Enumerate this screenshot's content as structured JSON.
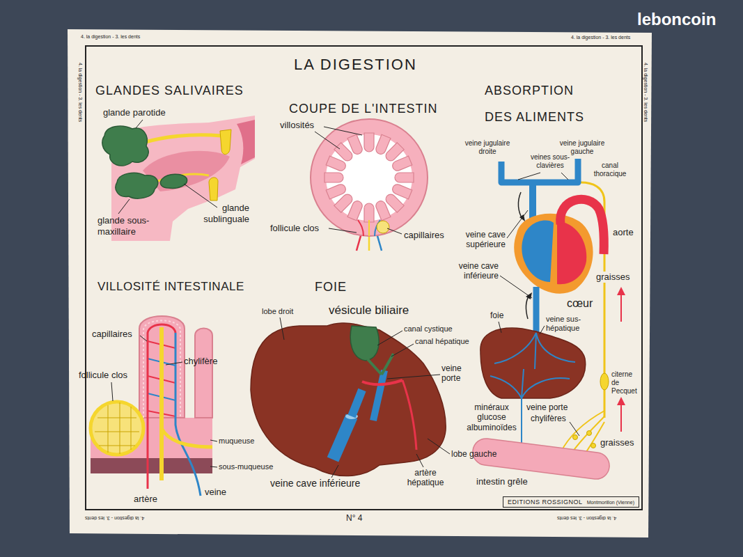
{
  "diagram": {
    "title": "LA DIGESTION",
    "nodes": [
      {
        "text": [
          "EDITIONS ROSSIGNOL",
          "Montmorillon (Vienne)"
        ]
      }
    ],
    "labels": [
      "leboncoin",
      "4. la digestion - 3. les dents",
      "4. la digestion - 3. les dents",
      "4. la digestion - 3. les dents",
      "4. la digestion - 3. les dents",
      "4. la digestion - 3. les dents",
      "4. la digestion - 3. les dents",
      "GLANDES SALIVAIRES",
      "glande parotide",
      "glande sublinguale",
      "glande sous-maxillaire",
      "COUPE DE L'INTESTIN",
      "villosités",
      "follicule clos",
      "capillaires",
      "ABSORPTION DES ALIMENTS",
      "veine jugulaire droite",
      "veines sous-clavières",
      "veine jugulaire gauche",
      "canal thoracique",
      "veine cave supérieure",
      "aorte",
      "veine cave inférieure",
      "graisses",
      "cœur",
      "foie",
      "veine sus-hépatique",
      "citerne de Pecquet",
      "minéraux glucose albuminoïdes",
      "veine porte",
      "chylifères",
      "graisses",
      "intestin grêle",
      "VILLOSITÉ INTESTINALE",
      "capillaires",
      "chylifère",
      "follicule clos",
      "muqueuse",
      "sous-muqueuse",
      "artère",
      "veine",
      "FOIE",
      "lobe droit",
      "vésicule biliaire",
      "canal cystique",
      "canal hépatique",
      "veine porte",
      "artère hépatique",
      "lobe gauche",
      "veine cave inférieure",
      "N° 4"
    ]
  }
}
